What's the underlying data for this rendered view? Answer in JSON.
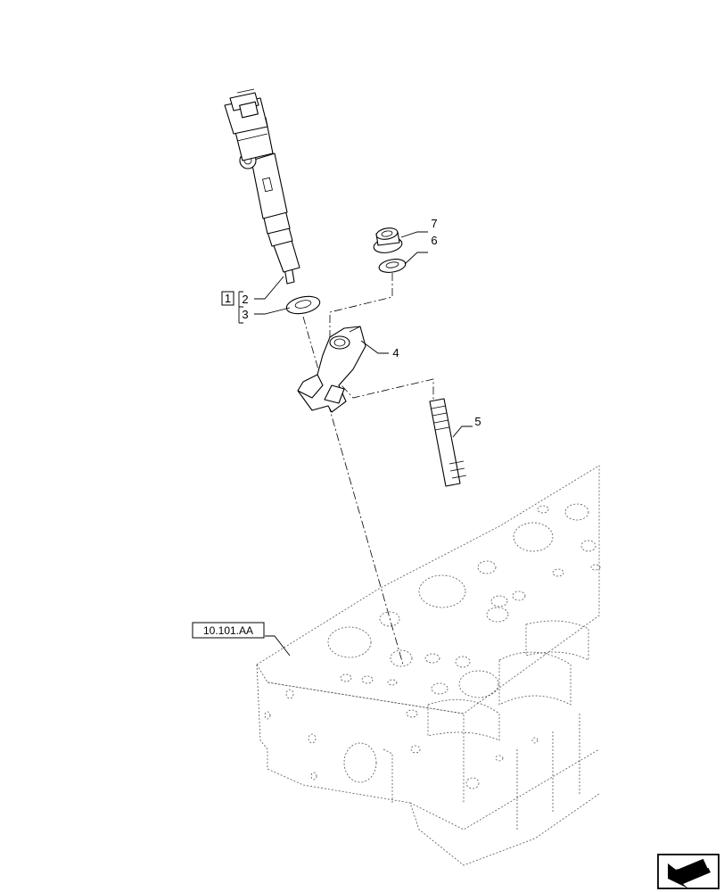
{
  "callouts": {
    "c1": "1",
    "c2": "2",
    "c3": "3",
    "c4": "4",
    "c5": "5",
    "c6": "6",
    "c7": "7"
  },
  "reference": {
    "label": "10.101.AA"
  },
  "icons": {
    "navigation": "return-arrow-icon"
  }
}
